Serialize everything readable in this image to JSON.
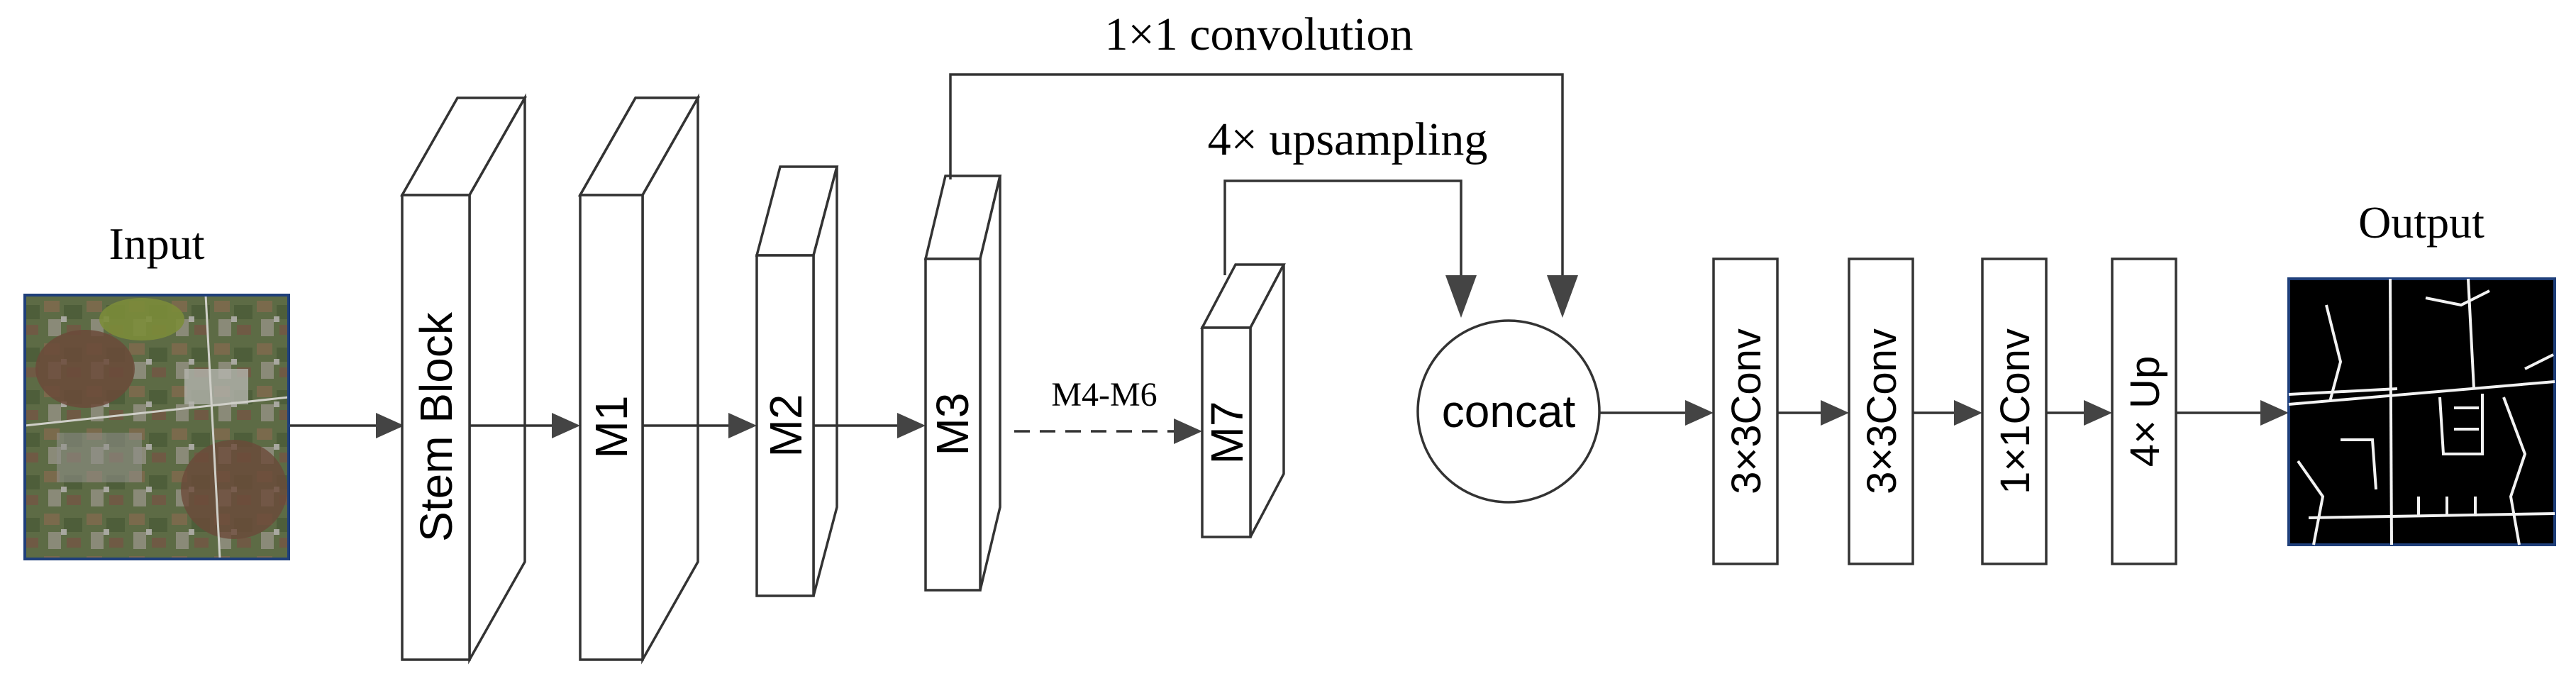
{
  "input_label": "Input",
  "output_label": "Output",
  "stages": {
    "stem": "Stem Block",
    "m1": "M1",
    "m2": "M2",
    "m3": "M3",
    "m4_m6": "M4-M6",
    "m7": "M7"
  },
  "skip_label": "1×1 convolution",
  "upsample_label": "4× upsampling",
  "concat_label": "concat",
  "head": {
    "conv1": "3×3Conv",
    "conv2": "3×3Conv",
    "conv3": "1×1Conv",
    "up": "4× Up"
  },
  "colors": {
    "stroke": "#333333",
    "arrowhead": "#444444",
    "output_background": "#000000",
    "output_roads": "#f2f2f2",
    "image_border": "#1f3f7a"
  },
  "images": {
    "input": "satellite-imagery",
    "output": "road-segmentation-mask"
  }
}
